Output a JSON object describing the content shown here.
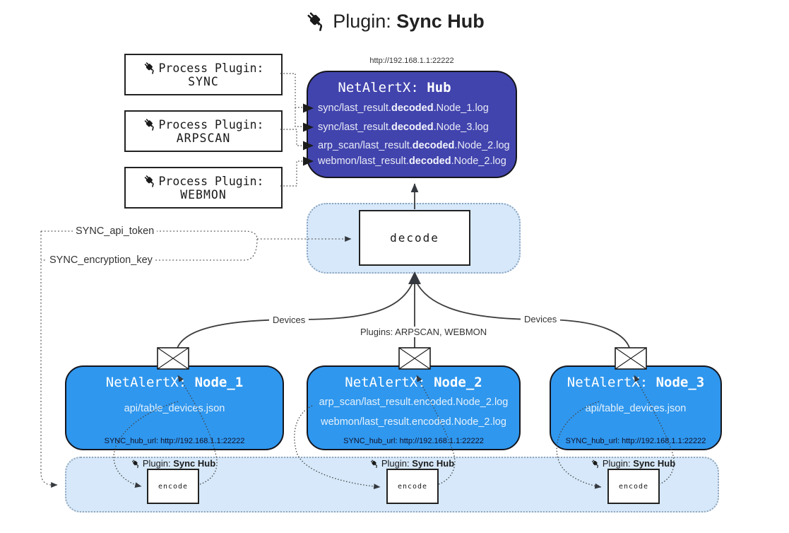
{
  "title": {
    "prefix": "Plugin: ",
    "name": "Sync Hub"
  },
  "process_plugins": [
    {
      "label": "Process Plugin:",
      "name": "SYNC"
    },
    {
      "label": "Process Plugin:",
      "name": "ARPSCAN"
    },
    {
      "label": "Process Plugin:",
      "name": "WEBMON"
    }
  ],
  "hub": {
    "url": "http://192.168.1.1:22222",
    "title_prefix": "NetAlertX: ",
    "title_name": "Hub",
    "lines": [
      {
        "pre": "sync/last_result.",
        "bold": "decoded",
        "post": ".Node_1.log"
      },
      {
        "pre": "sync/last_result.",
        "bold": "decoded",
        "post": ".Node_3.log"
      },
      {
        "pre": "arp_scan/last_result.",
        "bold": "decoded",
        "post": ".Node_2.log"
      },
      {
        "pre": "webmon/last_result.",
        "bold": "decoded",
        "post": ".Node_2.log"
      }
    ]
  },
  "decode_box": {
    "label": "decode"
  },
  "secrets": {
    "api_token": "SYNC_api_token",
    "encryption_key": "SYNC_encryption_key"
  },
  "edge_labels": {
    "devices_left": "Devices",
    "plugins_middle": "Plugins: ARPSCAN, WEBMON",
    "devices_right": "Devices"
  },
  "nodes": [
    {
      "title_prefix": "NetAlertX: ",
      "title_name": "Node_1",
      "files": [
        "api/table_devices.json"
      ],
      "hub_url": "SYNC_hub_url: http://192.168.1.1:22222"
    },
    {
      "title_prefix": "NetAlertX: ",
      "title_name": "Node_2",
      "files": [
        "arp_scan/last_result.encoded.Node_2.log",
        "webmon/last_result.encoded.Node_2.log"
      ],
      "hub_url": "SYNC_hub_url: http://192.168.1.1:22222"
    },
    {
      "title_prefix": "NetAlertX: ",
      "title_name": "Node_3",
      "files": [
        "api/table_devices.json"
      ],
      "hub_url": "SYNC_hub_url: http://192.168.1.1:22222"
    }
  ],
  "encode_band": {
    "plugin_prefix": "Plugin: ",
    "plugin_name": "Sync Hub",
    "encode_label": "encode"
  },
  "colors": {
    "hub_bg": "#4144ad",
    "node_bg": "#2f97ee",
    "panel_bg": "#d6e8f9",
    "accent_dark": "#1a1a1a"
  }
}
